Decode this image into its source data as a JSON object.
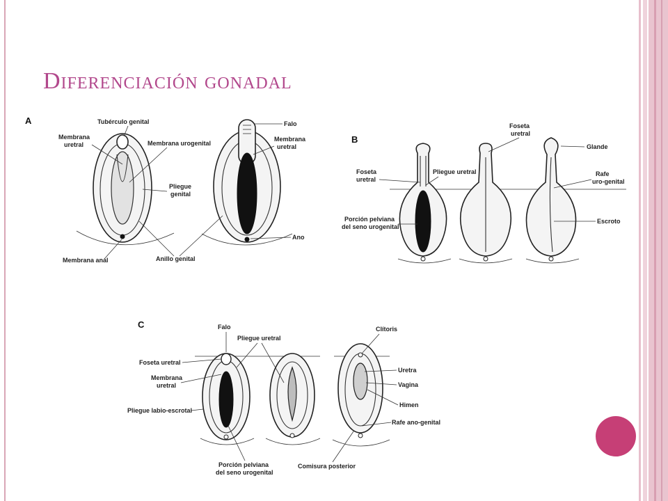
{
  "title": "Diferenciación gonadal",
  "colors": {
    "title": "#b2488c",
    "accent": "#c63f76",
    "frame": "#e9c4cf"
  },
  "panel_a": {
    "letter": "A",
    "labels": {
      "tuberculo": "Tubérculo genital",
      "membrana_uretral_1": "Membrana",
      "membrana_uretral_2": "uretral",
      "membrana_urogenital": "Membrana urogenital",
      "pliegue_genital_1": "Pliegue",
      "pliegue_genital_2": "genital",
      "membrana_anal": "Membrana anal",
      "anillo_genital": "Anillo genital",
      "falo": "Falo",
      "membrana_uretral_b1": "Membrana",
      "membrana_uretral_b2": "uretral",
      "ano": "Ano"
    }
  },
  "panel_b": {
    "letter": "B",
    "labels": {
      "foseta_1": "Foseta",
      "foseta_2": "uretral",
      "pliegue_uretral": "Pliegue uretral",
      "porcion_1": "Porción pelviana",
      "porcion_2": "del seno urogenital",
      "foseta_top_1": "Foseta",
      "foseta_top_2": "uretral",
      "glande": "Glande",
      "rafe_1": "Rafe",
      "rafe_2": "uro-genital",
      "escroto": "Escroto"
    }
  },
  "panel_c": {
    "letter": "C",
    "labels": {
      "falo": "Falo",
      "pliegue_uretral": "Pliegue uretral",
      "foseta_uretral": "Foseta uretral",
      "membrana_1": "Membrana",
      "membrana_2": "uretral",
      "pliegue_labio": "Pliegue labio-escrotal",
      "porcion_1": "Porción pelviana",
      "porcion_2": "del seno urogenital",
      "comisura": "Comisura posterior",
      "clitoris": "Clítoris",
      "uretra": "Uretra",
      "vagina": "Vagina",
      "himen": "Himen",
      "rafe": "Rafe ano-genital"
    }
  }
}
